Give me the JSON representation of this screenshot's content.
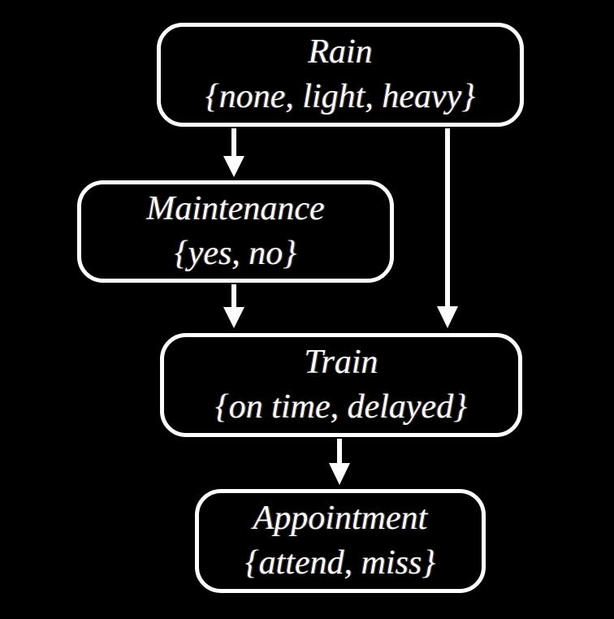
{
  "diagram": {
    "type": "bayesian-network",
    "background_color": "#000000",
    "node_border_color": "#ffffff",
    "text_color": "#ffffff",
    "arrow_color": "#ffffff",
    "nodes": {
      "rain": {
        "name": "Rain",
        "values": "{none, light, heavy}"
      },
      "maintenance": {
        "name": "Maintenance",
        "values": "{yes, no}"
      },
      "train": {
        "name": "Train",
        "values": "{on time, delayed}"
      },
      "appointment": {
        "name": "Appointment",
        "values": "{attend, miss}"
      }
    },
    "edges": [
      {
        "from": "rain",
        "to": "maintenance"
      },
      {
        "from": "rain",
        "to": "train"
      },
      {
        "from": "maintenance",
        "to": "train"
      },
      {
        "from": "train",
        "to": "appointment"
      }
    ]
  }
}
